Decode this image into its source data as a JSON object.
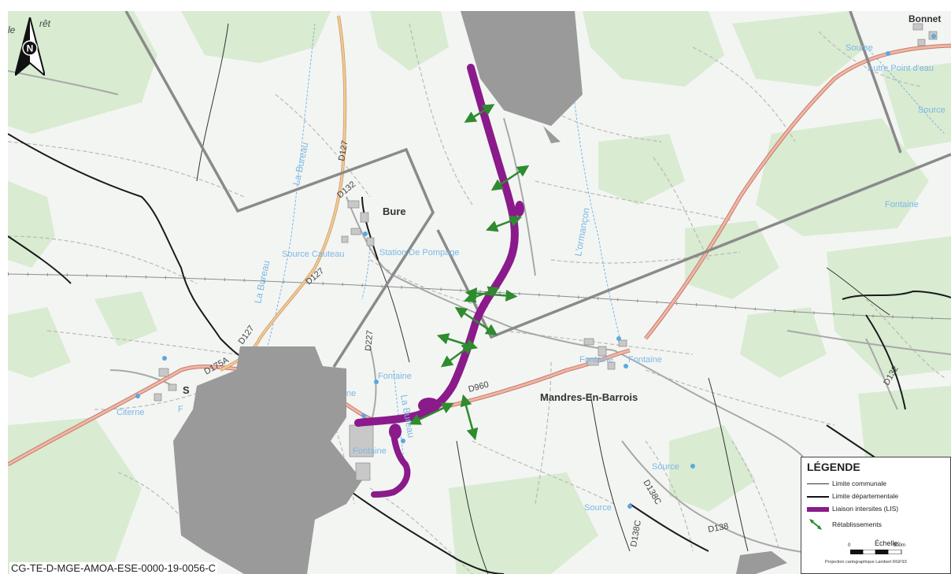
{
  "map": {
    "places": {
      "bure": "Bure",
      "mandres": "Mandres-En-Barrois",
      "bonnet": "Bonnet",
      "le_bret_le": "le",
      "le_bret_bret": "rêt",
      "s_village": "S"
    },
    "hydro": {
      "la_bureau_1": "La Bureau",
      "la_bureau_2": "La Bureau",
      "la_bureau_3": "La Bureau",
      "lormancon": "L'ormançon",
      "source_cauteau": "Source Cauteau",
      "station_pompage": "Station De Pompage",
      "fontaine_1": "Fontaine",
      "fontaine_2": "Fontaine",
      "fontaine_3": "Fontaine",
      "fontaine_4": "Fontaine",
      "fontaine_5": "Fontaine",
      "source_1": "Source",
      "source_2": "Source",
      "source_3": "Source",
      "source_4": "Source",
      "autre_point": "Autre Point d'eau",
      "citerne": "Citerne",
      "fontaine_partial": "F",
      "ne_partial": "ne"
    },
    "roads": {
      "d127_a": "D127",
      "d127_b": "D127",
      "d127_c": "D127",
      "d132_a": "D132",
      "d132_b": "D132",
      "d227": "D227",
      "d175a": "D175A",
      "d960": "D960",
      "d138c_a": "D138C",
      "d138c_b": "D138C",
      "d138": "D138"
    },
    "north_label": "N",
    "colors": {
      "lis": "#8b1a8b",
      "retablissements": "#2e8b2e",
      "perimeter": "#8a8a8a",
      "site_fill": "#9a9a9a",
      "departmental_road": "#d98a7a",
      "local_road": "#e2b98a",
      "water": "#6ab0e0",
      "forest": "#d8ead0"
    }
  },
  "legend": {
    "title": "LÉGENDE",
    "items": [
      {
        "label": "Limite communale",
        "symbol": "thin-black-line"
      },
      {
        "label": "Limite départementale",
        "symbol": "thick-black-line"
      },
      {
        "label": "Liaison intersites (LIS)",
        "symbol": "purple-band"
      },
      {
        "label": "Rétablissements",
        "symbol": "green-double-arrow"
      }
    ],
    "scale_title": "Échelle:",
    "scale_zero": "0",
    "scale_max": "500m",
    "projection": "Projection cartographique Lambert RGF93"
  },
  "footer": {
    "doc_reference": "CG-TE-D-MGE-AMOA-ESE-0000-19-0056-C"
  }
}
